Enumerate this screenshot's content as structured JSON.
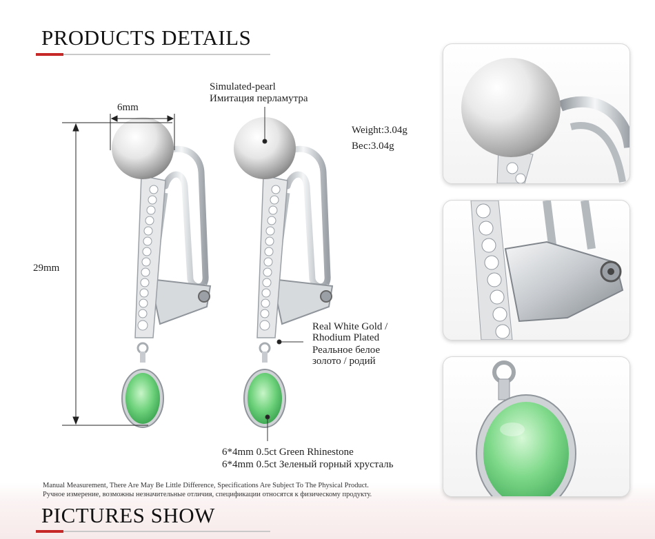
{
  "header": {
    "title": "PRODUCTS DETAILS"
  },
  "dimensions": {
    "width_label": "6mm",
    "height_label": "29mm"
  },
  "pearl": {
    "label_en": "Simulated-pearl",
    "label_ru": "Имитация перламутра"
  },
  "weight": {
    "en": "Weight:3.04g",
    "ru": "Вес:3.04g"
  },
  "plating": {
    "line1": "Real White Gold /",
    "line2": "Rhodium Plated",
    "line3": "Реальное белое",
    "line4": "золото / родий"
  },
  "stone": {
    "en": "6*4mm 0.5ct  Green Rhinestone",
    "ru": "6*4mm 0.5ct Зеленый горный хрусталь"
  },
  "disclaimer": {
    "en": "Manual Measurement, There Are May Be Little Difference, Specifications Are Subject To The Physical Product.",
    "ru": "Ручное измерение, возможны незначительные отличия, спецификации относятся к физическому продукту."
  },
  "footer": {
    "title": "PICTURES SHOW"
  },
  "colors": {
    "accent": "#c62828",
    "stone_green": "#7fd98a",
    "metal": "#c8ccd0"
  }
}
